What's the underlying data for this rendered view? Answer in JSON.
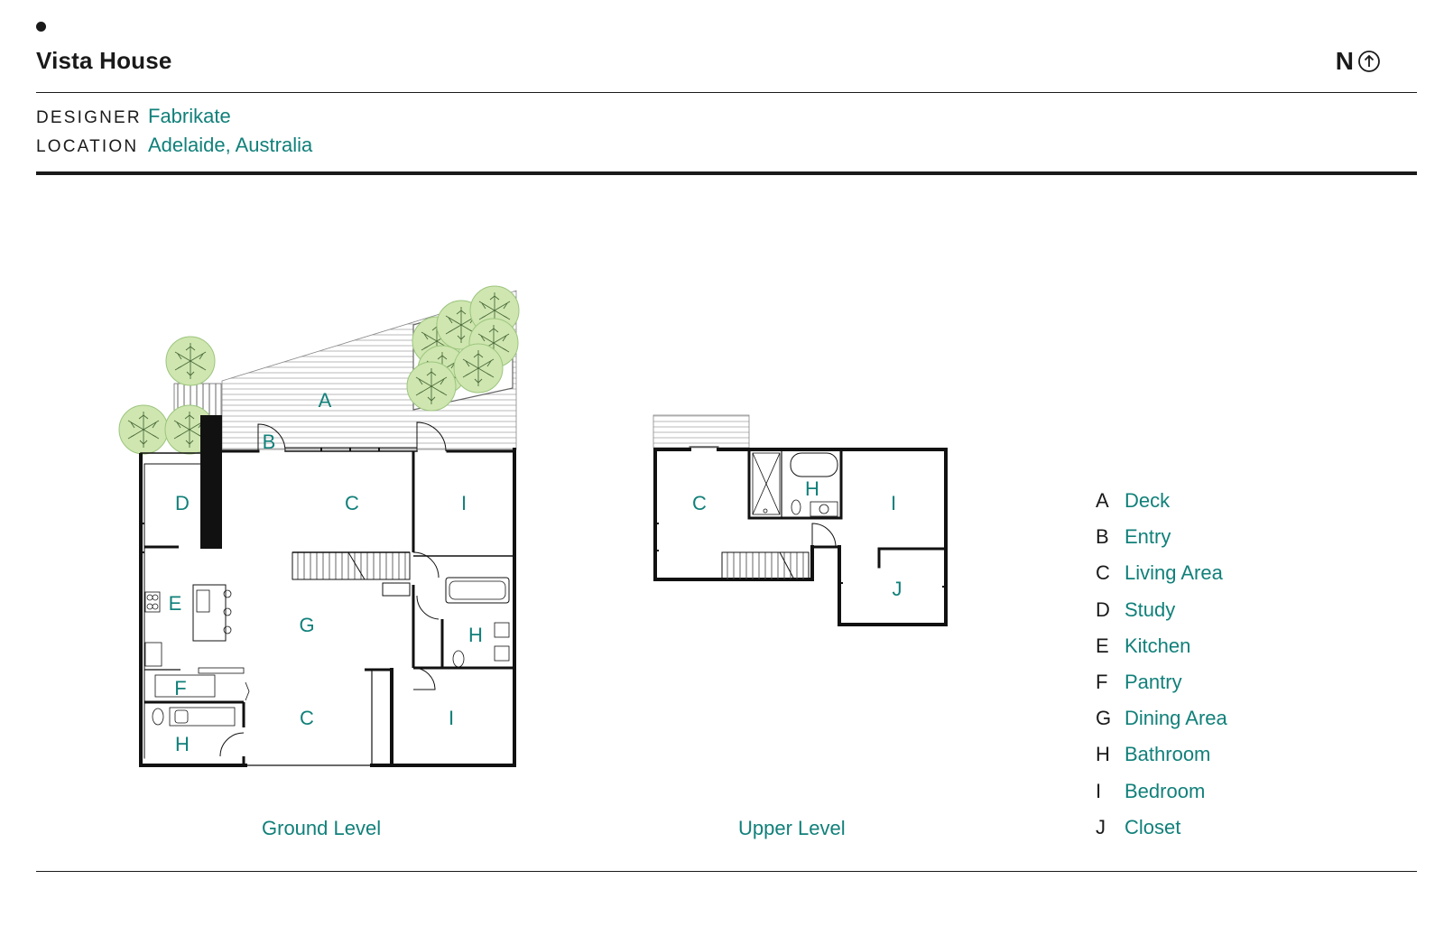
{
  "header": {
    "title": "Vista House",
    "north_label": "N",
    "north_icon": "north-arrow-icon"
  },
  "meta": {
    "designer_label": "DESIGNER",
    "designer_value": "Fabrikate",
    "location_label": "LOCATION",
    "location_value": "Adelaide, Australia"
  },
  "colors": {
    "accent": "#11807a",
    "ink": "#1a1a1a",
    "tree_fill": "#cfe6b0"
  },
  "plans": {
    "ground": {
      "label": "Ground Level",
      "rooms": [
        "A",
        "B",
        "C",
        "D",
        "E",
        "F",
        "G",
        "H",
        "I",
        "C",
        "I",
        "H"
      ]
    },
    "upper": {
      "label": "Upper Level",
      "rooms": [
        "C",
        "H",
        "I",
        "J"
      ]
    }
  },
  "legend": [
    {
      "key": "A",
      "label": "Deck"
    },
    {
      "key": "B",
      "label": "Entry"
    },
    {
      "key": "C",
      "label": "Living Area"
    },
    {
      "key": "D",
      "label": "Study"
    },
    {
      "key": "E",
      "label": "Kitchen"
    },
    {
      "key": "F",
      "label": "Pantry"
    },
    {
      "key": "G",
      "label": "Dining Area"
    },
    {
      "key": "H",
      "label": "Bathroom"
    },
    {
      "key": "I",
      "label": "Bedroom"
    },
    {
      "key": "J",
      "label": "Closet"
    }
  ]
}
